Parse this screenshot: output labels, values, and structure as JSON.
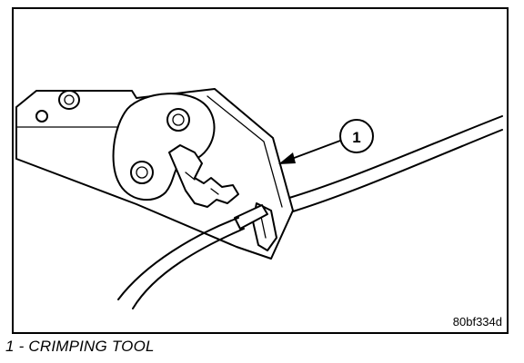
{
  "figure": {
    "callout_number": "1",
    "image_code": "80bf334d"
  },
  "caption": "1 - CRIMPING TOOL"
}
